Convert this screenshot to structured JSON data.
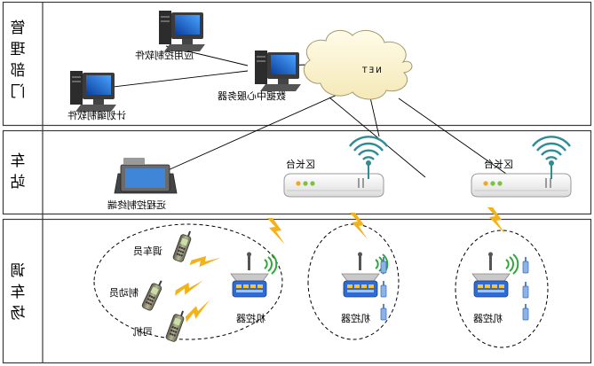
{
  "sections": {
    "management": "管理部门",
    "station": "车站",
    "yard": "调车场"
  },
  "nodes": {
    "production_software": "应用控制软件",
    "schedule_software": "计划编制软件",
    "data_server": "数据中心服务器",
    "cloud": "NET",
    "remote_terminal": "远程控制终端",
    "zone_controller_1": "区长台",
    "zone_controller_2": "区长台",
    "base_station_1": "机控器",
    "base_station_2": "机控器",
    "base_station_3": "机控器",
    "phone_1": "调车员",
    "phone_2": "制动员",
    "phone_3": "司机"
  },
  "colors": {
    "frame": "#3a3a3a",
    "screen": "#1f6fd1",
    "lightning": "#f2b21b",
    "wifi": "#2e8c95",
    "radio_blue": "#8ab4e6"
  }
}
